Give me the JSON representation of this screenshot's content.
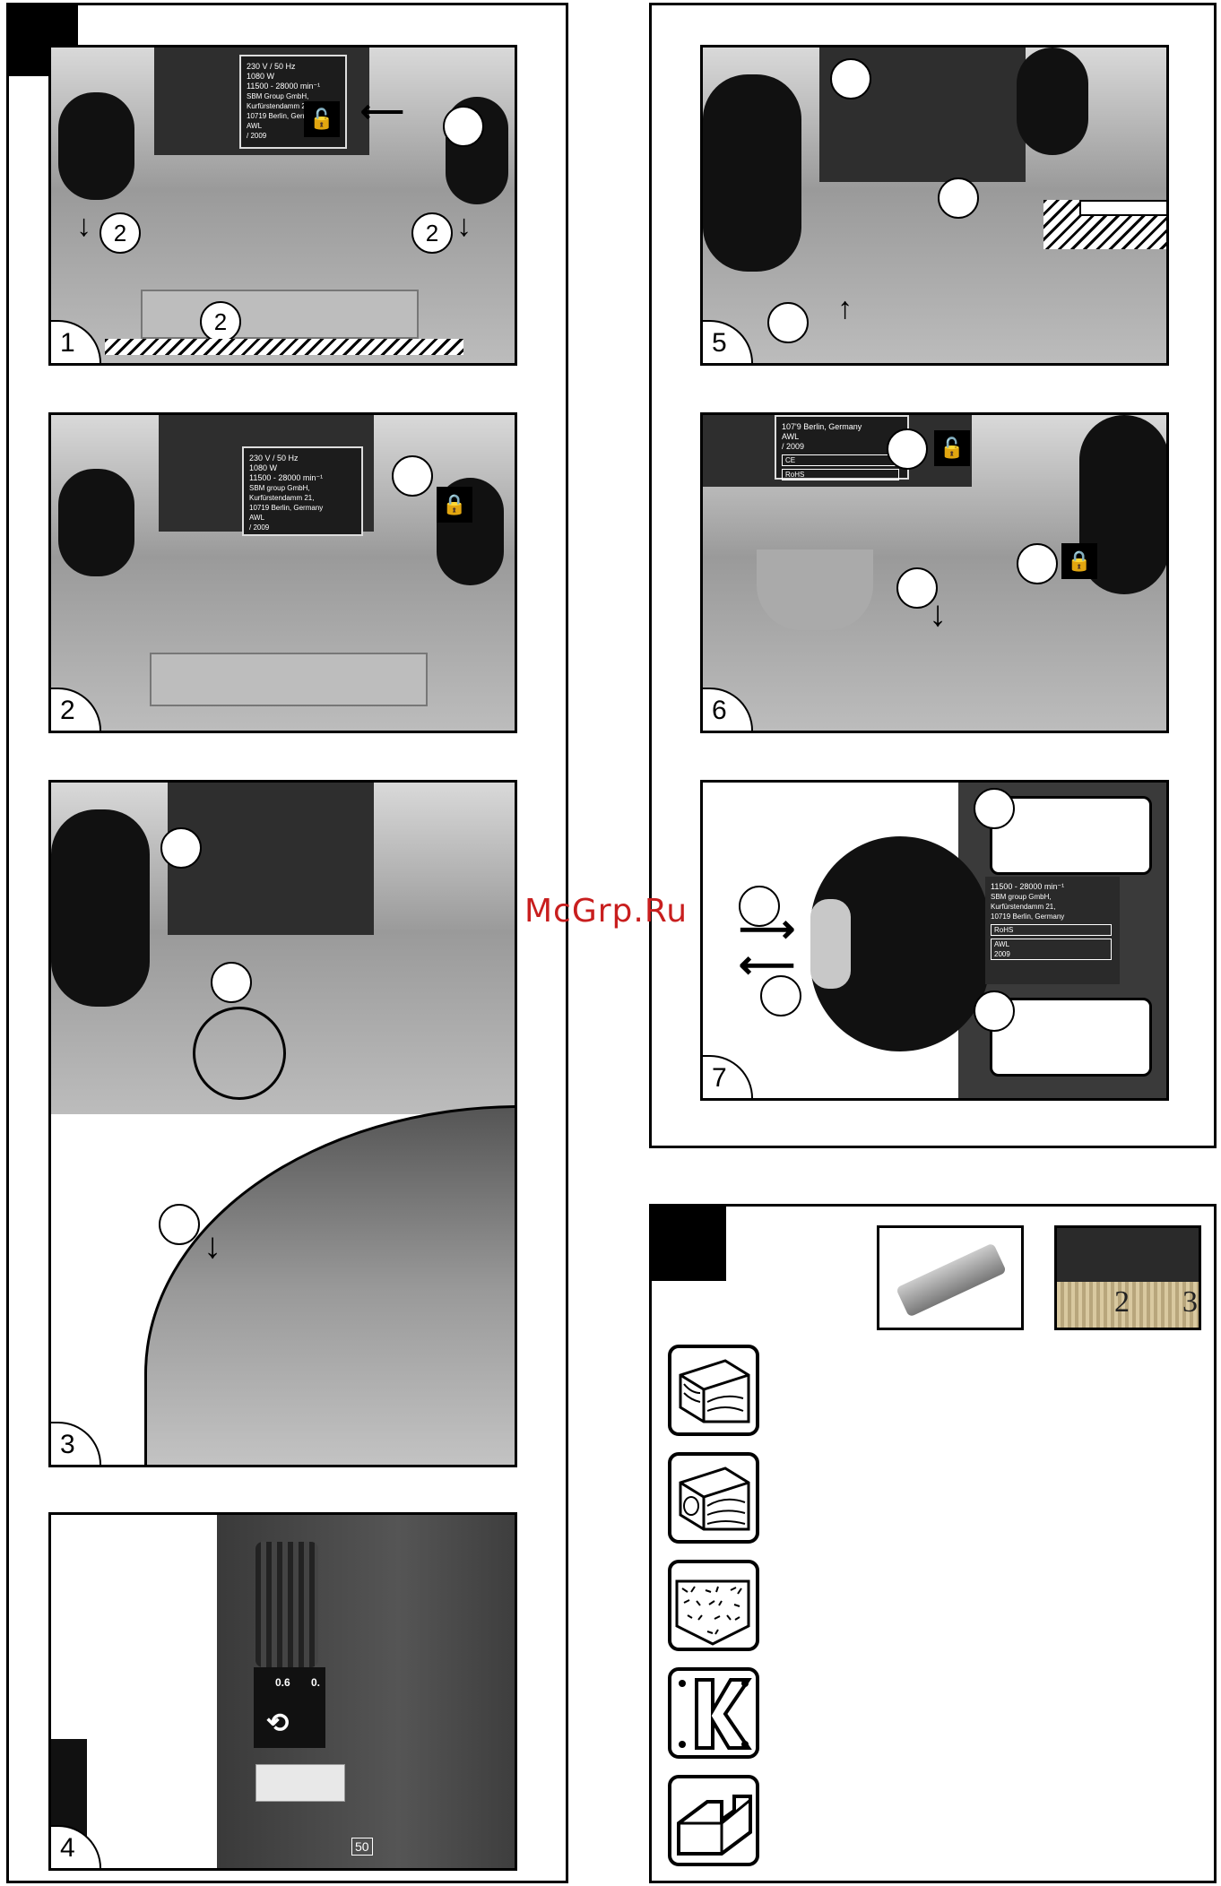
{
  "watermark": "McGrp.Ru",
  "panels": {
    "p1": {
      "number": "1",
      "callouts": [
        "2",
        "2",
        "2"
      ],
      "plate": {
        "line1": "230 V / 50 Hz",
        "line2": "1080 W",
        "line3": "11500 - 28000 min⁻¹",
        "line4": "SBM Group GmbH,",
        "line5": "Kurfürstendamm 21,",
        "line6": "10719 Berlin, Germany",
        "awl": "AWL",
        "year": "/ 2009"
      }
    },
    "p2": {
      "number": "2",
      "plate": {
        "line1": "230 V / 50 Hz",
        "line2": "1080 W",
        "line3": "11500 - 28000 min⁻¹",
        "line4": "SBM group GmbH,",
        "line5": "Kurfürstendamm 21,",
        "line6": "10719 Berlin, Germany",
        "awl": "AWL",
        "year": "/ 2009"
      }
    },
    "p3": {
      "number": "3"
    },
    "p4": {
      "number": "4",
      "dial_value": "0.6",
      "dial_value2": "0.",
      "scale_mark": "50"
    },
    "p5": {
      "number": "5"
    },
    "p6": {
      "number": "6",
      "plate": {
        "line1": "107'9 Berlin, Germany",
        "awl": "AWL",
        "year": "/ 2009",
        "ce": "CE",
        "rohs": "RoHS"
      }
    },
    "p7": {
      "number": "7",
      "plate": {
        "line1": "11500 - 28000 min⁻¹",
        "line2": "SBM group GmbH,",
        "line3": "Kurfürstendamm 21,",
        "line4": "10719 Berlin, Germany",
        "awl": "AWL",
        "year": "2009",
        "rohs": "RoHS"
      }
    }
  },
  "scale_digits": [
    "2",
    "3"
  ],
  "colors": {
    "ink": "#000000",
    "watermark": "#c81e1e"
  },
  "material_icons": [
    "softwood-icon",
    "hardwood-icon",
    "chipboard-icon",
    "plastic-icon",
    "aluminium-groove-icon"
  ]
}
